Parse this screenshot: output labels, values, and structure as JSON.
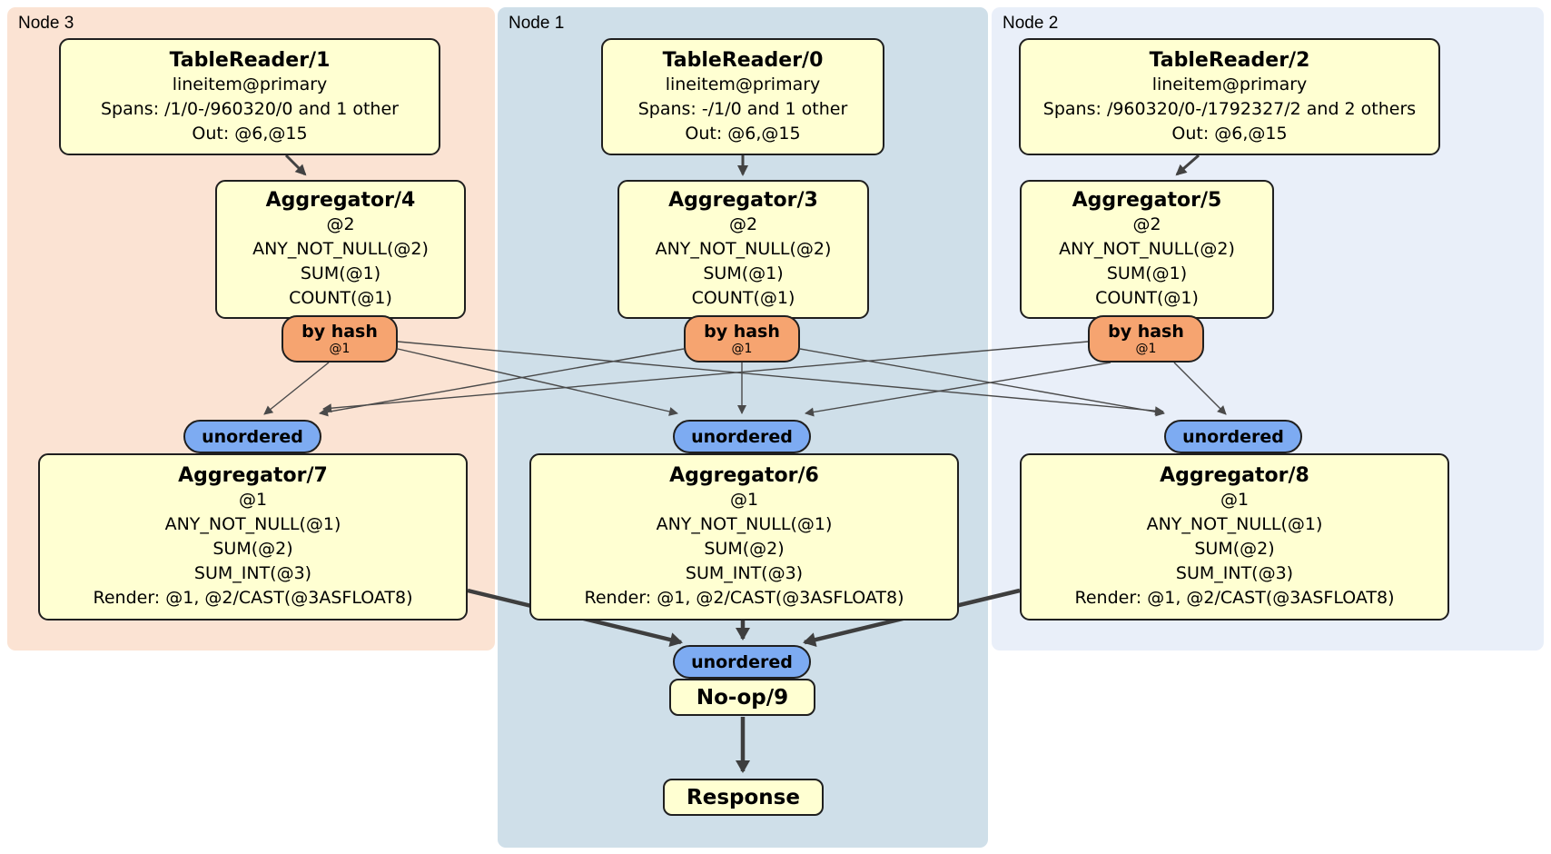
{
  "panels": [
    {
      "id": "node3",
      "label": "Node 3",
      "color": "#fbe3d3"
    },
    {
      "id": "node1",
      "label": "Node 1",
      "color": "#cfdfe9"
    },
    {
      "id": "node2",
      "label": "Node 2",
      "color": "#e9eff9"
    }
  ],
  "processors": {
    "tablereader1": {
      "title": "TableReader/1",
      "lines": [
        "lineitem@primary",
        "Spans: /1/0-/960320/0 and 1 other",
        "Out: @6,@15"
      ]
    },
    "tablereader0": {
      "title": "TableReader/0",
      "lines": [
        "lineitem@primary",
        "Spans: -/1/0 and 1 other",
        "Out: @6,@15"
      ]
    },
    "tablereader2": {
      "title": "TableReader/2",
      "lines": [
        "lineitem@primary",
        "Spans: /960320/0-/1792327/2 and 2 others",
        "Out: @6,@15"
      ]
    },
    "aggregator4": {
      "title": "Aggregator/4",
      "lines": [
        "@2",
        "ANY_NOT_NULL(@2)",
        "SUM(@1)",
        "COUNT(@1)"
      ]
    },
    "aggregator3": {
      "title": "Aggregator/3",
      "lines": [
        "@2",
        "ANY_NOT_NULL(@2)",
        "SUM(@1)",
        "COUNT(@1)"
      ]
    },
    "aggregator5": {
      "title": "Aggregator/5",
      "lines": [
        "@2",
        "ANY_NOT_NULL(@2)",
        "SUM(@1)",
        "COUNT(@1)"
      ]
    },
    "aggregator7": {
      "title": "Aggregator/7",
      "lines": [
        "@1",
        "ANY_NOT_NULL(@1)",
        "SUM(@2)",
        "SUM_INT(@3)",
        "Render: @1, @2/CAST(@3ASFLOAT8)"
      ]
    },
    "aggregator6": {
      "title": "Aggregator/6",
      "lines": [
        "@1",
        "ANY_NOT_NULL(@1)",
        "SUM(@2)",
        "SUM_INT(@3)",
        "Render: @1, @2/CAST(@3ASFLOAT8)"
      ]
    },
    "aggregator8": {
      "title": "Aggregator/8",
      "lines": [
        "@1",
        "ANY_NOT_NULL(@1)",
        "SUM(@2)",
        "SUM_INT(@3)",
        "Render: @1, @2/CAST(@3ASFLOAT8)"
      ]
    },
    "noop": {
      "title": "No-op/9"
    },
    "response": {
      "title": "Response"
    }
  },
  "router": {
    "label": "by hash",
    "key": "@1",
    "color": "#f6a470"
  },
  "sync": {
    "label": "unordered",
    "color": "#7dabf2"
  },
  "colors": {
    "processor_fill": "#ffffd2",
    "node_border": "#1f1f1f",
    "edge": "#474747"
  }
}
